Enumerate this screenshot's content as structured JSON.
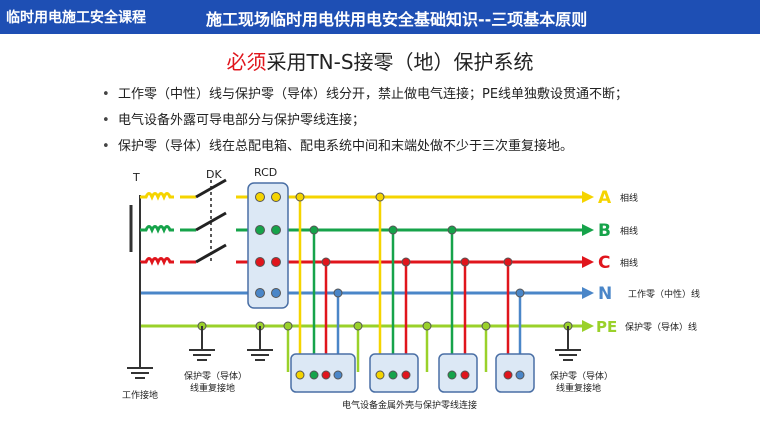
{
  "header": {
    "course_title": "临时用电施工安全课程",
    "deck_title": "施工现场临时用电供用电安全基础知识--三项基本原则"
  },
  "slide": {
    "title_em": "必须",
    "title_rest": "采用TN-S接零（地）保护系统",
    "bullets": [
      "工作零（中性）线与保护零（导体）线分开，禁止做电气连接；PE线单独敷设贯通不断；",
      "电气设备外露可导电部分与保护零线连接；",
      "保护零（导体）线在总配电箱、配电系统中间和末端处做不少于三次重复接地。"
    ]
  },
  "diagram": {
    "labels": {
      "transformer": "T",
      "switch": "DK",
      "rcd": "RCD",
      "work_ground": "工作接地",
      "repeat_ground_left_1": "保护零（导体）",
      "repeat_ground_left_2": "线重复接地",
      "repeat_ground_right_1": "保护零（导体）",
      "repeat_ground_right_2": "线重复接地",
      "enclosure": "电气设备金属外壳与保护零线连接"
    },
    "lines": [
      {
        "letter": "A",
        "name": "相线",
        "color": "#f5d400"
      },
      {
        "letter": "B",
        "name": "相线",
        "color": "#16a34a"
      },
      {
        "letter": "C",
        "name": "相线",
        "color": "#e0151c"
      },
      {
        "letter": "N",
        "name": "工作零（中性）线",
        "color": "#4a86c8"
      },
      {
        "letter": "PE",
        "name": "保护零（导体）线",
        "color": "#9ad12a"
      }
    ]
  }
}
